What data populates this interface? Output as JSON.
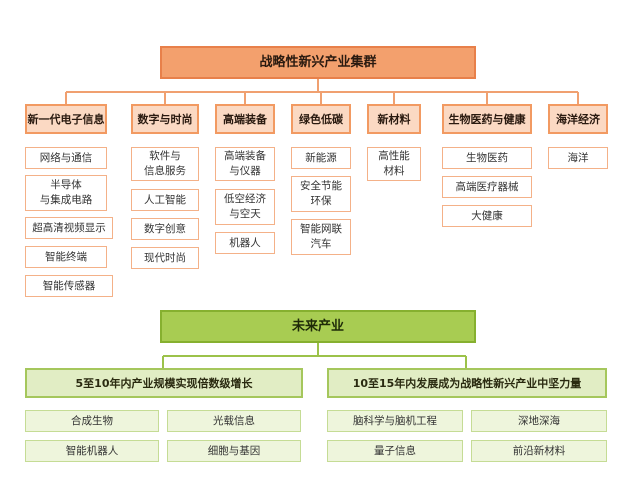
{
  "strategic": {
    "title": "战略性新兴产业集群",
    "categories": [
      {
        "label": "新一代电子信息",
        "items": [
          "网络与通信",
          "半导体\n与集成电路",
          "超高清视频显示",
          "智能终端",
          "智能传感器"
        ]
      },
      {
        "label": "数字与时尚",
        "items": [
          "软件与\n信息服务",
          "人工智能",
          "数字创意",
          "现代时尚"
        ]
      },
      {
        "label": "高端装备",
        "items": [
          "高端装备\n与仪器",
          "低空经济\n与空天",
          "机器人"
        ]
      },
      {
        "label": "绿色低碳",
        "items": [
          "新能源",
          "安全节能\n环保",
          "智能网联\n汽车"
        ]
      },
      {
        "label": "新材料",
        "items": [
          "高性能\n材料"
        ]
      },
      {
        "label": "生物医药与健康",
        "items": [
          "生物医药",
          "高端医疗器械",
          "大健康"
        ]
      },
      {
        "label": "海洋经济",
        "items": [
          "海洋"
        ]
      }
    ]
  },
  "future": {
    "title": "未来产业",
    "groups": [
      {
        "label": "5至10年内产业规模实现倍数级增长",
        "items": [
          "合成生物",
          "光载信息",
          "智能机器人",
          "细胞与基因"
        ]
      },
      {
        "label": "10至15年内发展成为战略性新兴产业中坚力量",
        "items": [
          "脑科学与脑机工程",
          "深地深海",
          "量子信息",
          "前沿新材料"
        ]
      }
    ]
  },
  "colors": {
    "orange_connector": "#f0a070",
    "green_connector": "#9cc24a"
  }
}
